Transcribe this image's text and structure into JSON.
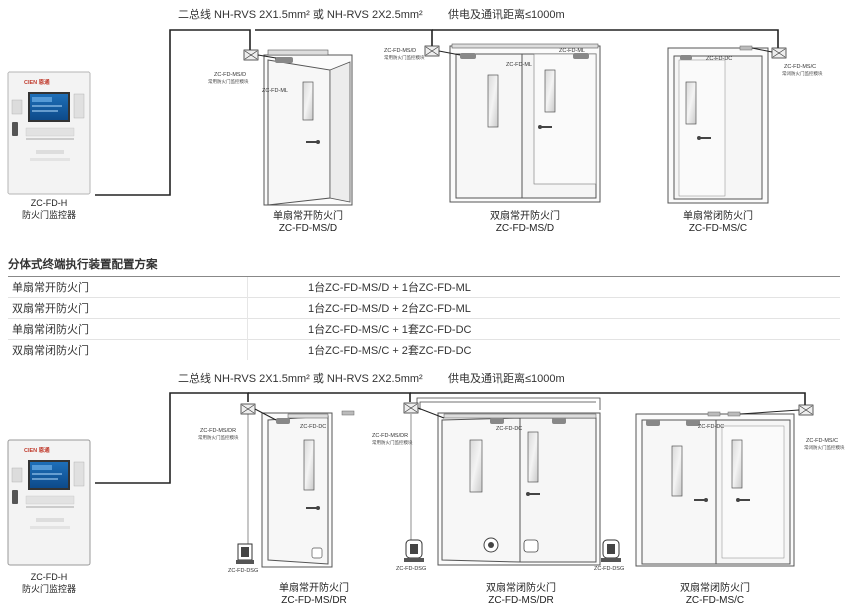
{
  "top": {
    "cable_label": "二总线 NH-RVS 2X1.5mm² 或 NH-RVS 2X2.5mm²",
    "distance_label": "供电及通讯距离≤1000m",
    "controller": {
      "brand": "CIEN 恩通",
      "model": "ZC-FD-H",
      "name": "防火门监控器"
    },
    "doors": [
      {
        "name": "单扇常开防火门",
        "model": "ZC-FD-MS/D",
        "module_tag": "ZC-FD-MS/D",
        "module_desc": "常用防火门监控模块",
        "closer_tag": "ZC-FD-ML"
      },
      {
        "name": "双扇常开防火门",
        "model": "ZC-FD-MS/D",
        "module_tag": "ZC-FD-MS/D",
        "module_desc": "常用防火门监控模块",
        "closer_tag": "ZC-FD-ML",
        "closer_tag2": "ZC-FD-ML"
      },
      {
        "name": "单扇常闭防火门",
        "model": "ZC-FD-MS/C",
        "module_tag": "ZC-FD-MS/C",
        "module_desc": "常闭防火门监控模块",
        "closer_tag": "ZC-FD-DC"
      }
    ]
  },
  "config": {
    "title": "分体式终端执行装置配置方案",
    "rows": [
      {
        "door": "单扇常开防火门",
        "config": "1台ZC-FD-MS/D + 1台ZC-FD-ML"
      },
      {
        "door": "双扇常开防火门",
        "config": "1台ZC-FD-MS/D + 2台ZC-FD-ML"
      },
      {
        "door": "单扇常闭防火门",
        "config": "1台ZC-FD-MS/C + 1套ZC-FD-DC"
      },
      {
        "door": "双扇常闭防火门",
        "config": "1台ZC-FD-MS/C + 2套ZC-FD-DC"
      }
    ]
  },
  "bottom": {
    "cable_label": "二总线 NH-RVS 2X1.5mm² 或 NH-RVS 2X2.5mm²",
    "distance_label": "供电及通讯距离≤1000m",
    "controller": {
      "brand": "CIEN 恩通",
      "model": "ZC-FD-H",
      "name": "防火门监控器"
    },
    "doors": [
      {
        "name": "单扇常开防火门",
        "model": "ZC-FD-MS/DR",
        "module_tag": "ZC-FD-MS/DR",
        "module_desc": "常用防火门监控模块",
        "closer_tag": "ZC-FD-DC",
        "holder_tag": "ZC-FD-DSG"
      },
      {
        "name": "双扇常闭防火门",
        "model": "ZC-FD-MS/DR",
        "module_tag": "ZC-FD-MS/DR",
        "module_desc": "常用防火门监控模块",
        "closer_tag": "ZC-FD-DC",
        "holder_tag": "ZC-FD-DSG",
        "holder_tag2": "ZC-FD-DSG"
      },
      {
        "name": "双扇常闭防火门",
        "model": "ZC-FD-MS/C",
        "module_tag": "ZC-FD-MS/C",
        "module_desc": "常闭防火门监控模块",
        "closer_tag": "ZC-FD-DC"
      }
    ]
  }
}
